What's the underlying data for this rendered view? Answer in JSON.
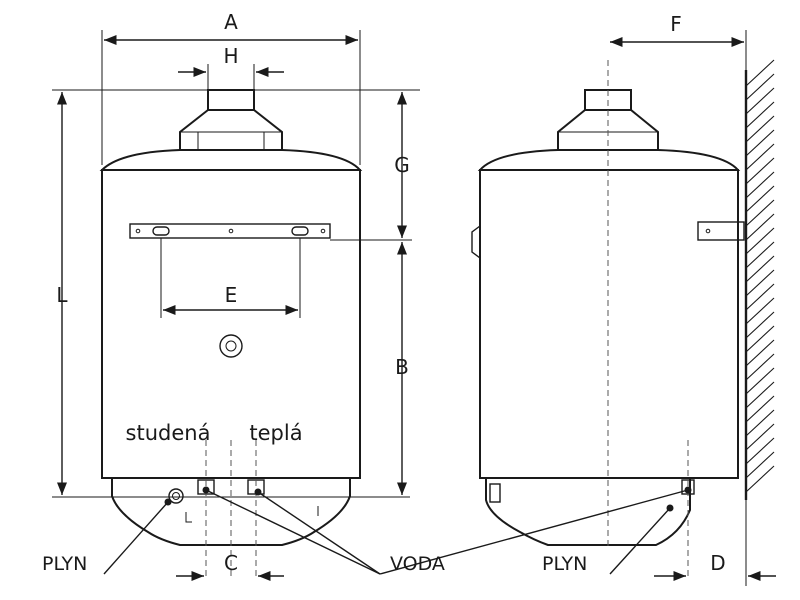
{
  "dimensions": {
    "a": "A",
    "h": "H",
    "f": "F",
    "g": "G",
    "l": "L",
    "e": "E",
    "b": "B",
    "c": "C",
    "d": "D"
  },
  "ports": {
    "cold": "studená",
    "hot": "teplá"
  },
  "callouts": {
    "gas_front": "PLYN",
    "water": "VODA",
    "gas_side": "PLYN"
  }
}
